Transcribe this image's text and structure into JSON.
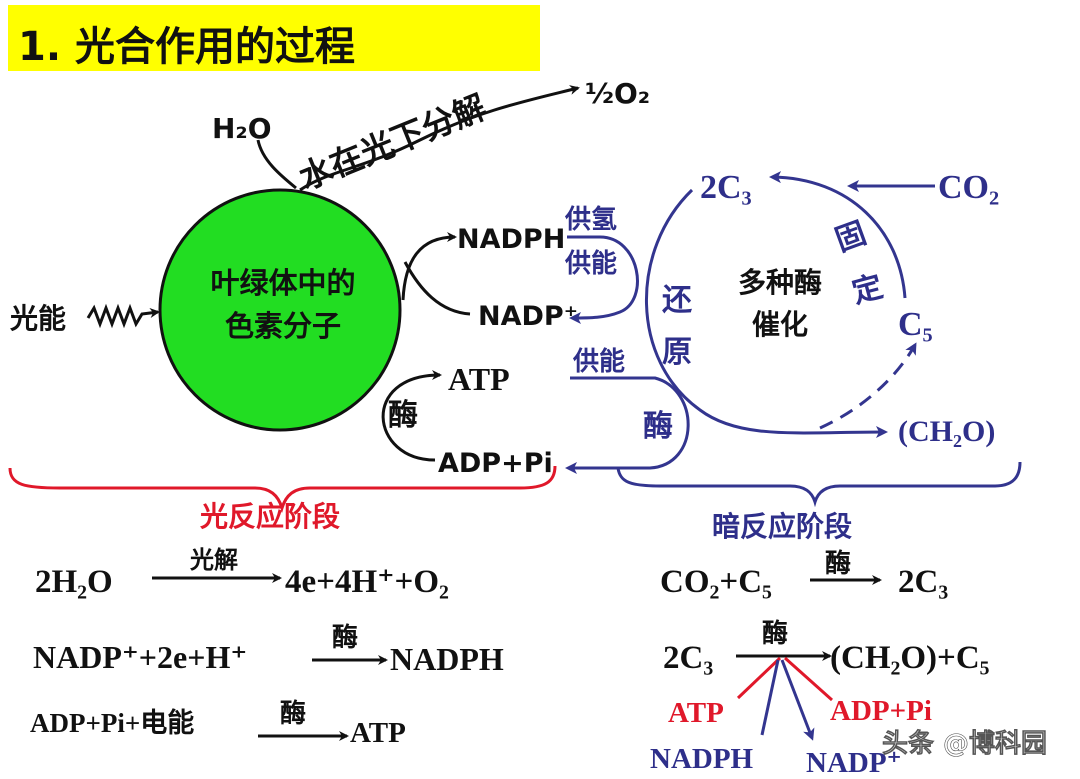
{
  "title": "1. 光合作用的过程",
  "colors": {
    "highlight": "#ffff00",
    "pigment": "#22dd22",
    "dark_reaction": "#2e2f8a",
    "light_reaction": "#e0182a"
  },
  "top": {
    "h2o": "H₂O",
    "split_label": "水在光下分解",
    "o2": "½O₂"
  },
  "pigment": {
    "line1": "叶绿体中的",
    "line2": "色素分子",
    "light_energy": "光能"
  },
  "light_products": {
    "nadph": "NADPH",
    "nadp": "NADP⁺",
    "atp": "ATP",
    "enzyme": "酶",
    "adp": "ADP+Pi"
  },
  "dark_cycle": {
    "c3": "2C₃",
    "co2": "CO₂",
    "fix_1": "固",
    "fix_2": "定",
    "reduce_1": "还",
    "reduce_2": "原",
    "center_1": "多种酶",
    "center_2": "催化",
    "c5": "C₅",
    "ch2o": "(CH₂O)",
    "enzyme": "酶",
    "supply_h": "供氢",
    "supply_e1": "供能",
    "supply_e2": "供能"
  },
  "stages": {
    "light": "光反应阶段",
    "dark": "暗反应阶段"
  },
  "equations_light": [
    {
      "left": "2H₂O",
      "cond": "光解",
      "right": "4e+4H⁺+O₂"
    },
    {
      "left": "NADP⁺+2e+H⁺",
      "cond": "酶",
      "right": "NADPH"
    },
    {
      "left": "ADP+Pi+电能",
      "cond": "酶",
      "right": "ATP"
    }
  ],
  "equations_dark": [
    {
      "left": "CO₂+C₅",
      "cond": "酶",
      "right": "2C₃"
    },
    {
      "left": "2C₃",
      "cond": "酶",
      "right": "(CH₂O)+C₅"
    }
  ],
  "dark_inputs": {
    "atp": "ATP",
    "adp": "ADP+Pi",
    "nadph": "NADPH",
    "nadp": "NADP⁺"
  },
  "watermark": "头条 @博科园"
}
